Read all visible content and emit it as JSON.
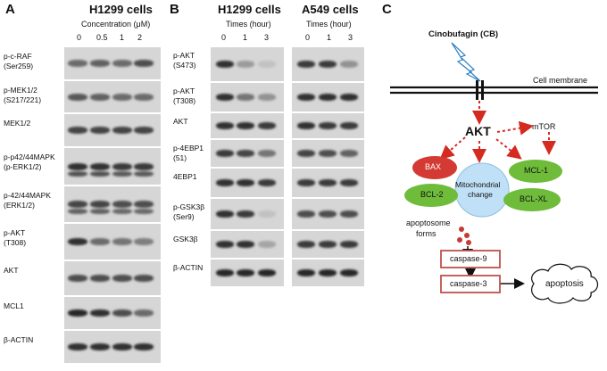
{
  "panelA": {
    "letter": "A",
    "title": "H1299 cells",
    "subtitle": "Concentration (μM)",
    "lanes": [
      "0",
      "0.5",
      "1",
      "2"
    ],
    "rows": [
      {
        "label1": "p-c-RAF",
        "label2": "(Ser259)"
      },
      {
        "label1": "p-MEK1/2",
        "label2": "(S217/221)"
      },
      {
        "label1": "MEK1/2",
        "label2": ""
      },
      {
        "label1": "p-p42/44MAPK",
        "label2": "(p-ERK1/2)"
      },
      {
        "label1": "p-42/44MAPK",
        "label2": "(ERK1/2)"
      },
      {
        "label1": "p-AKT",
        "label2": "(T308)"
      },
      {
        "label1": "AKT",
        "label2": ""
      },
      {
        "label1": "MCL1",
        "label2": ""
      },
      {
        "label1": "β-ACTIN",
        "label2": ""
      }
    ]
  },
  "panelB": {
    "letter": "B",
    "title1": "H1299 cells",
    "title2": "A549 cells",
    "subtitle1": "Times (hour)",
    "subtitle2": "Times (hour)",
    "lanes1": [
      "0",
      "1",
      "3"
    ],
    "lanes2": [
      "0",
      "1",
      "3"
    ],
    "rows": [
      {
        "label1": "p-AKT",
        "label2": "(S473)"
      },
      {
        "label1": "p-AKT",
        "label2": "(T308)"
      },
      {
        "label1": "AKT",
        "label2": ""
      },
      {
        "label1": "p-4EBP1",
        "label2": "(51)"
      },
      {
        "label1": "4EBP1",
        "label2": ""
      },
      {
        "label1": "p-GSK3β",
        "label2": "(Ser9)"
      },
      {
        "label1": "GSK3β",
        "label2": ""
      },
      {
        "label1": "β-ACTIN",
        "label2": ""
      }
    ]
  },
  "panelC": {
    "letter": "C",
    "drug": "Cinobufagin (CB)",
    "membrane": "Cell membrane",
    "akt": "AKT",
    "mtor": "mTOR",
    "bax": "BAX",
    "mcl1": "MCL-1",
    "bcl2": "BCL-2",
    "bclxl": "BCL-XL",
    "mito1": "Mitochondrial",
    "mito2": "change",
    "apoptosome1": "apoptosome",
    "apoptosome2": "forms",
    "caspase9": "caspase-9",
    "caspase3": "caspase-3",
    "apoptosis": "apoptosis",
    "colors": {
      "red_arrow": "#d42a20",
      "bax": "#d33a33",
      "green": "#6fbb3a",
      "mito": "#bfe0f6",
      "box": "#c0504d"
    }
  }
}
